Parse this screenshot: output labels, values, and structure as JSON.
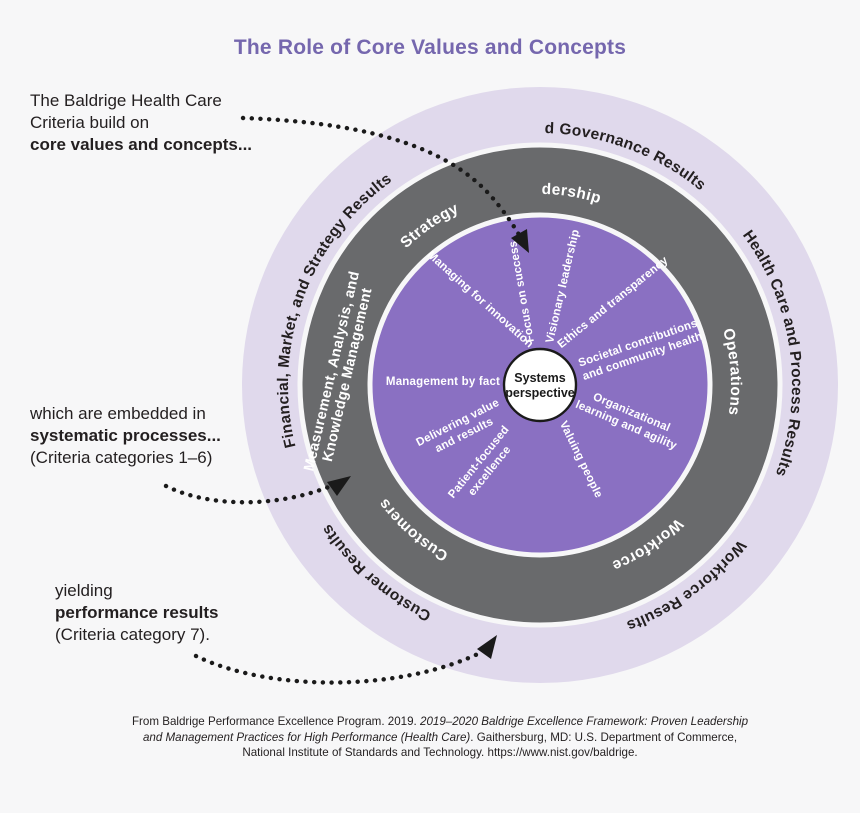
{
  "title": "The Role of Core Values and Concepts",
  "colors": {
    "title_purple": "#7567ae",
    "outer_ring": "#e0d9ec",
    "middle_ring": "#696a6c",
    "inner_circle": "#8a70c2",
    "text_dark": "#231f20",
    "background": "#f7f7f8"
  },
  "annotations": {
    "build_on": {
      "line1": "The Baldrige Health Care",
      "line2": "Criteria build on",
      "line3_bold": "core values and concepts..."
    },
    "embedded": {
      "line1": "which are embedded in",
      "line2_bold": "systematic processes...",
      "line3": "(Criteria categories 1–6)"
    },
    "yielding": {
      "line1": "yielding",
      "line2_bold": "performance results",
      "line3": "(Criteria category 7)."
    }
  },
  "rings": {
    "outer": {
      "leadership_governance": "Leadership and Governance Results",
      "health_process": "Health Care and Process Results",
      "workforce_results": "Workforce Results",
      "customer_results": "Customer Results",
      "financial": "Financial, Market, and Strategy Results"
    },
    "middle": {
      "leadership": "Leadership",
      "strategy": "Strategy",
      "operations": "Operations",
      "workforce": "Workforce",
      "customers": "Customers",
      "measurement_line1": "Measurement, Analysis, and",
      "measurement_line2": "Knowledge Management"
    }
  },
  "core_values": {
    "managing": "Managing for innovation",
    "focus": "Focus on success",
    "visionary": "Visionary leadership",
    "ethics": "Ethics and transparency",
    "societal_1": "Societal contributions",
    "societal_2": "and community health",
    "org_1": "Organizational",
    "org_2": "learning and agility",
    "valuing": "Valuing people",
    "patient_1": "Patient-focused",
    "patient_2": "excellence",
    "delivering_1": "Delivering value",
    "delivering_2": "and results",
    "management": "Management by fact"
  },
  "center": {
    "line1": "Systems",
    "line2": "perspective"
  },
  "citation": {
    "part1": "From Baldrige Performance Excellence Program. 2019. ",
    "italic": "2019–2020 Baldrige Excellence Framework: Proven Leadership and Management Practices for High Performance (Health Care)",
    "part2": ". Gaithersburg, MD: U.S. Department of Commerce, National Institute of Standards and Technology. https://www.nist.gov/baldrige."
  }
}
